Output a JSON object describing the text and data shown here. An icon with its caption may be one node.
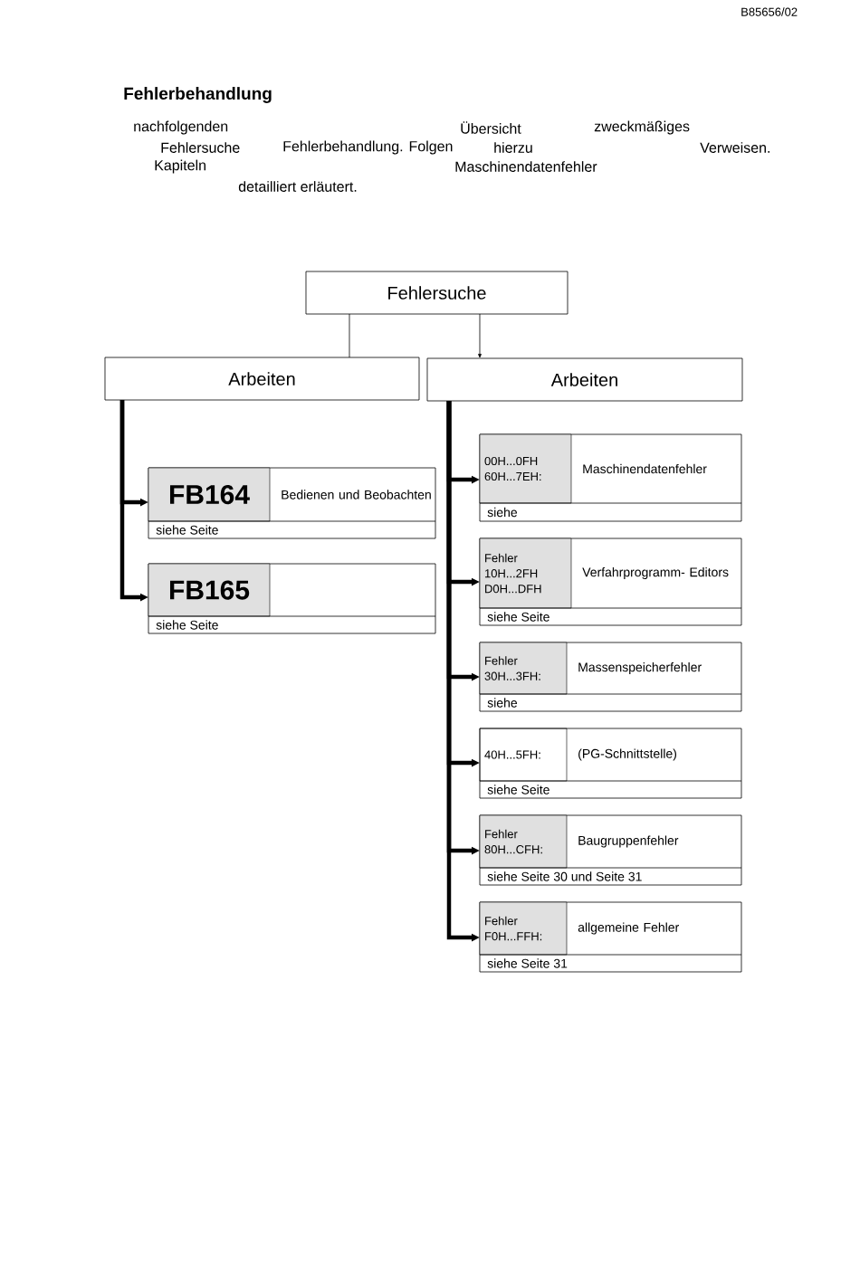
{
  "diagram": {
    "title": "Fehlerbehandlung",
    "nodes": [
      {
        "text": [
          "Fehlersuche"
        ]
      },
      {
        "text": [
          "Arbeiten"
        ]
      },
      {
        "text": [
          "Arbeiten"
        ]
      },
      {
        "text": [
          "FB164",
          "Bedienen und Beobachten",
          "siehe Seite"
        ]
      },
      {
        "text": [
          "FB165",
          "siehe Seite"
        ]
      },
      {
        "text": [
          "00H...0FH 60H...7EH:",
          "Maschinendatenfehler",
          "siehe"
        ]
      },
      {
        "text": [
          "Fehler 10H...2FH D0H...DFH",
          "Verfahrprogramm- Editors",
          "siehe Seite"
        ]
      },
      {
        "text": [
          "Fehler 30H...3FH:",
          "Massenspeicherfehler",
          "siehe"
        ]
      },
      {
        "text": [
          "40H...5FH:",
          "(PG-Schnittstelle)",
          "siehe Seite"
        ]
      },
      {
        "text": [
          "Fehler 80H...CFH:",
          "Baugruppenfehler",
          "siehe Seite 30 und Seite 31"
        ]
      },
      {
        "text": [
          "Fehler F0H...FFH:",
          "allgemeine Fehler",
          "siehe Seite 31"
        ]
      }
    ],
    "edges": [
      {
        "from": 0,
        "to": 1,
        "arrow": "none"
      },
      {
        "from": 0,
        "to": 2,
        "arrow": "to"
      },
      {
        "from": 1,
        "to": 3,
        "arrow": "to"
      },
      {
        "from": 1,
        "to": 4,
        "arrow": "to"
      },
      {
        "from": 2,
        "to": 5,
        "arrow": "to"
      },
      {
        "from": 2,
        "to": 6,
        "arrow": "to"
      },
      {
        "from": 2,
        "to": 7,
        "arrow": "to"
      },
      {
        "from": 2,
        "to": 8,
        "arrow": "to"
      },
      {
        "from": 2,
        "to": 9,
        "arrow": "to"
      },
      {
        "from": 2,
        "to": 10,
        "arrow": "to"
      }
    ],
    "labels": [
      "B85656/02",
      "nachfolgenden",
      "Übersicht",
      "zweckmäßiges",
      "Fehlersuche",
      "Fehlerbehandlung. Folgen",
      "hierzu",
      "Verweisen.",
      "Kapiteln",
      "Maschinendatenfehler",
      "detailliert erläutert."
    ]
  }
}
